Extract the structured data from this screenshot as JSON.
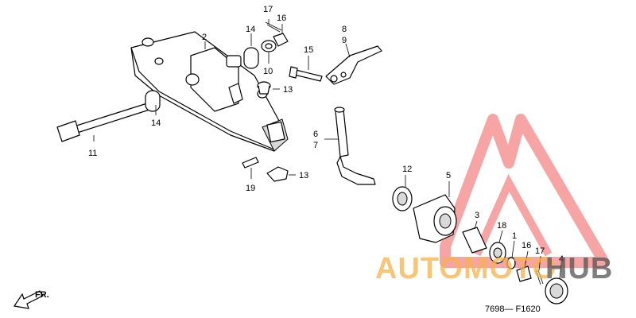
{
  "diagram_code": "7698— F1620",
  "front_indicator": "FR.",
  "callouts": {
    "c1": "1",
    "c2": "2",
    "c3": "3",
    "c4": "4",
    "c5": "5",
    "c6": "6",
    "c7": "7",
    "c8": "8",
    "c9": "9",
    "c10": "10",
    "c11": "11",
    "c12": "12",
    "c13a": "13",
    "c13b": "13",
    "c14a": "14",
    "c14b": "14",
    "c15": "15",
    "c16a": "16",
    "c16b": "16",
    "c17a": "17",
    "c17b": "17",
    "c18": "18",
    "c19": "19"
  },
  "watermark": {
    "text_a": "AUTOMOTO",
    "text_b": "HUB",
    "color_a": "#f6b24a",
    "color_b": "#555555",
    "logo_color": "#f05a5a"
  }
}
